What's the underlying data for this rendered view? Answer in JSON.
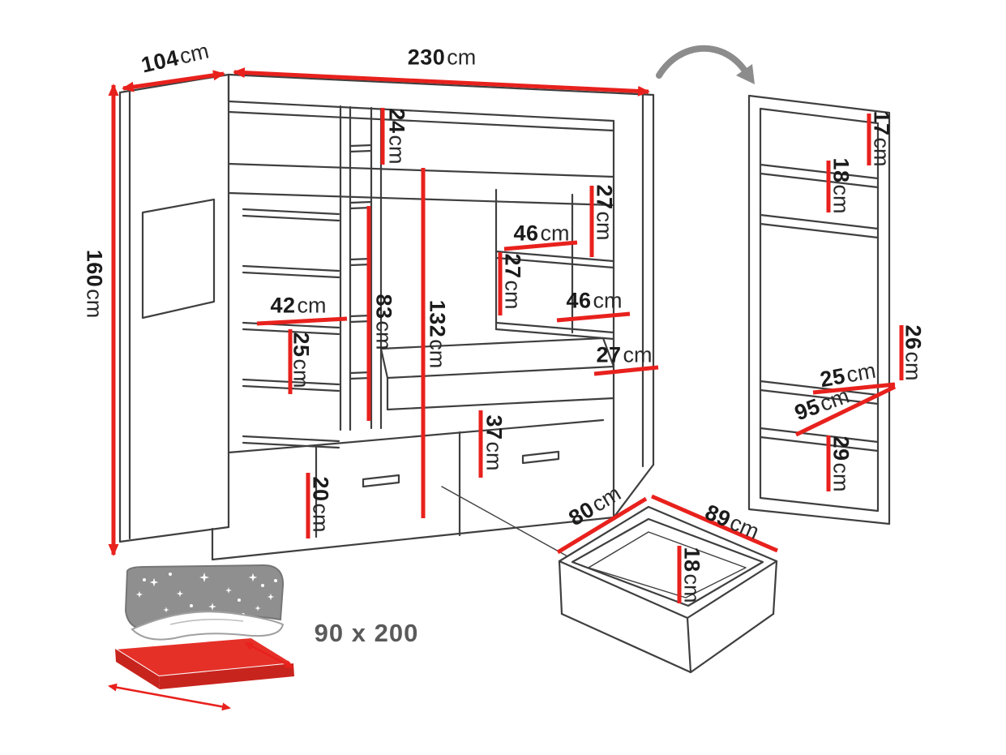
{
  "labels": {
    "bed_depth": {
      "value": "104",
      "unit": "cm"
    },
    "bed_width": {
      "value": "230",
      "unit": "cm"
    },
    "rail_height": {
      "value": "24",
      "unit": "cm"
    },
    "bed_height": {
      "value": "160",
      "unit": "cm"
    },
    "shelf_width": {
      "value": "42",
      "unit": "cm"
    },
    "shelf_spacing": {
      "value": "25",
      "unit": "cm"
    },
    "under_bunk_clearance": {
      "value": "83",
      "unit": "cm"
    },
    "interior_height": {
      "value": "132",
      "unit": "cm"
    },
    "cubby_upper_height": {
      "value": "27",
      "unit": "cm"
    },
    "cubby_upper_width": {
      "value": "46",
      "unit": "cm"
    },
    "cubby_lower_height": {
      "value": "27",
      "unit": "cm"
    },
    "cubby_lower_width": {
      "value": "46",
      "unit": "cm"
    },
    "side_shelf_depth": {
      "value": "27",
      "unit": "cm"
    },
    "drawer_front_height": {
      "value": "37",
      "unit": "cm"
    },
    "plinth_height": {
      "value": "20",
      "unit": "cm"
    },
    "cabinet_top_gap": {
      "value": "17",
      "unit": "cm"
    },
    "cabinet_shelf_gap": {
      "value": "18",
      "unit": "cm"
    },
    "cabinet_right_gap": {
      "value": "26",
      "unit": "cm"
    },
    "cabinet_mid_gap": {
      "value": "25",
      "unit": "cm"
    },
    "cabinet_depth": {
      "value": "95",
      "unit": "cm"
    },
    "cabinet_bottom_gap": {
      "value": "29",
      "unit": "cm"
    },
    "drawer_width": {
      "value": "80",
      "unit": "cm"
    },
    "drawer_depth": {
      "value": "89",
      "unit": "cm"
    },
    "drawer_height": {
      "value": "18",
      "unit": "cm"
    },
    "mattress_size": "90 x 200"
  },
  "colors": {
    "dimension_red": "#e8211d",
    "drawing_line_gray": "#3f3f3f",
    "mattress_red": "#e53028",
    "blanket_gray": "#8f8f8f",
    "label_text_dark": "#1b1b1b",
    "size_text_gray": "#5a5a5a"
  }
}
